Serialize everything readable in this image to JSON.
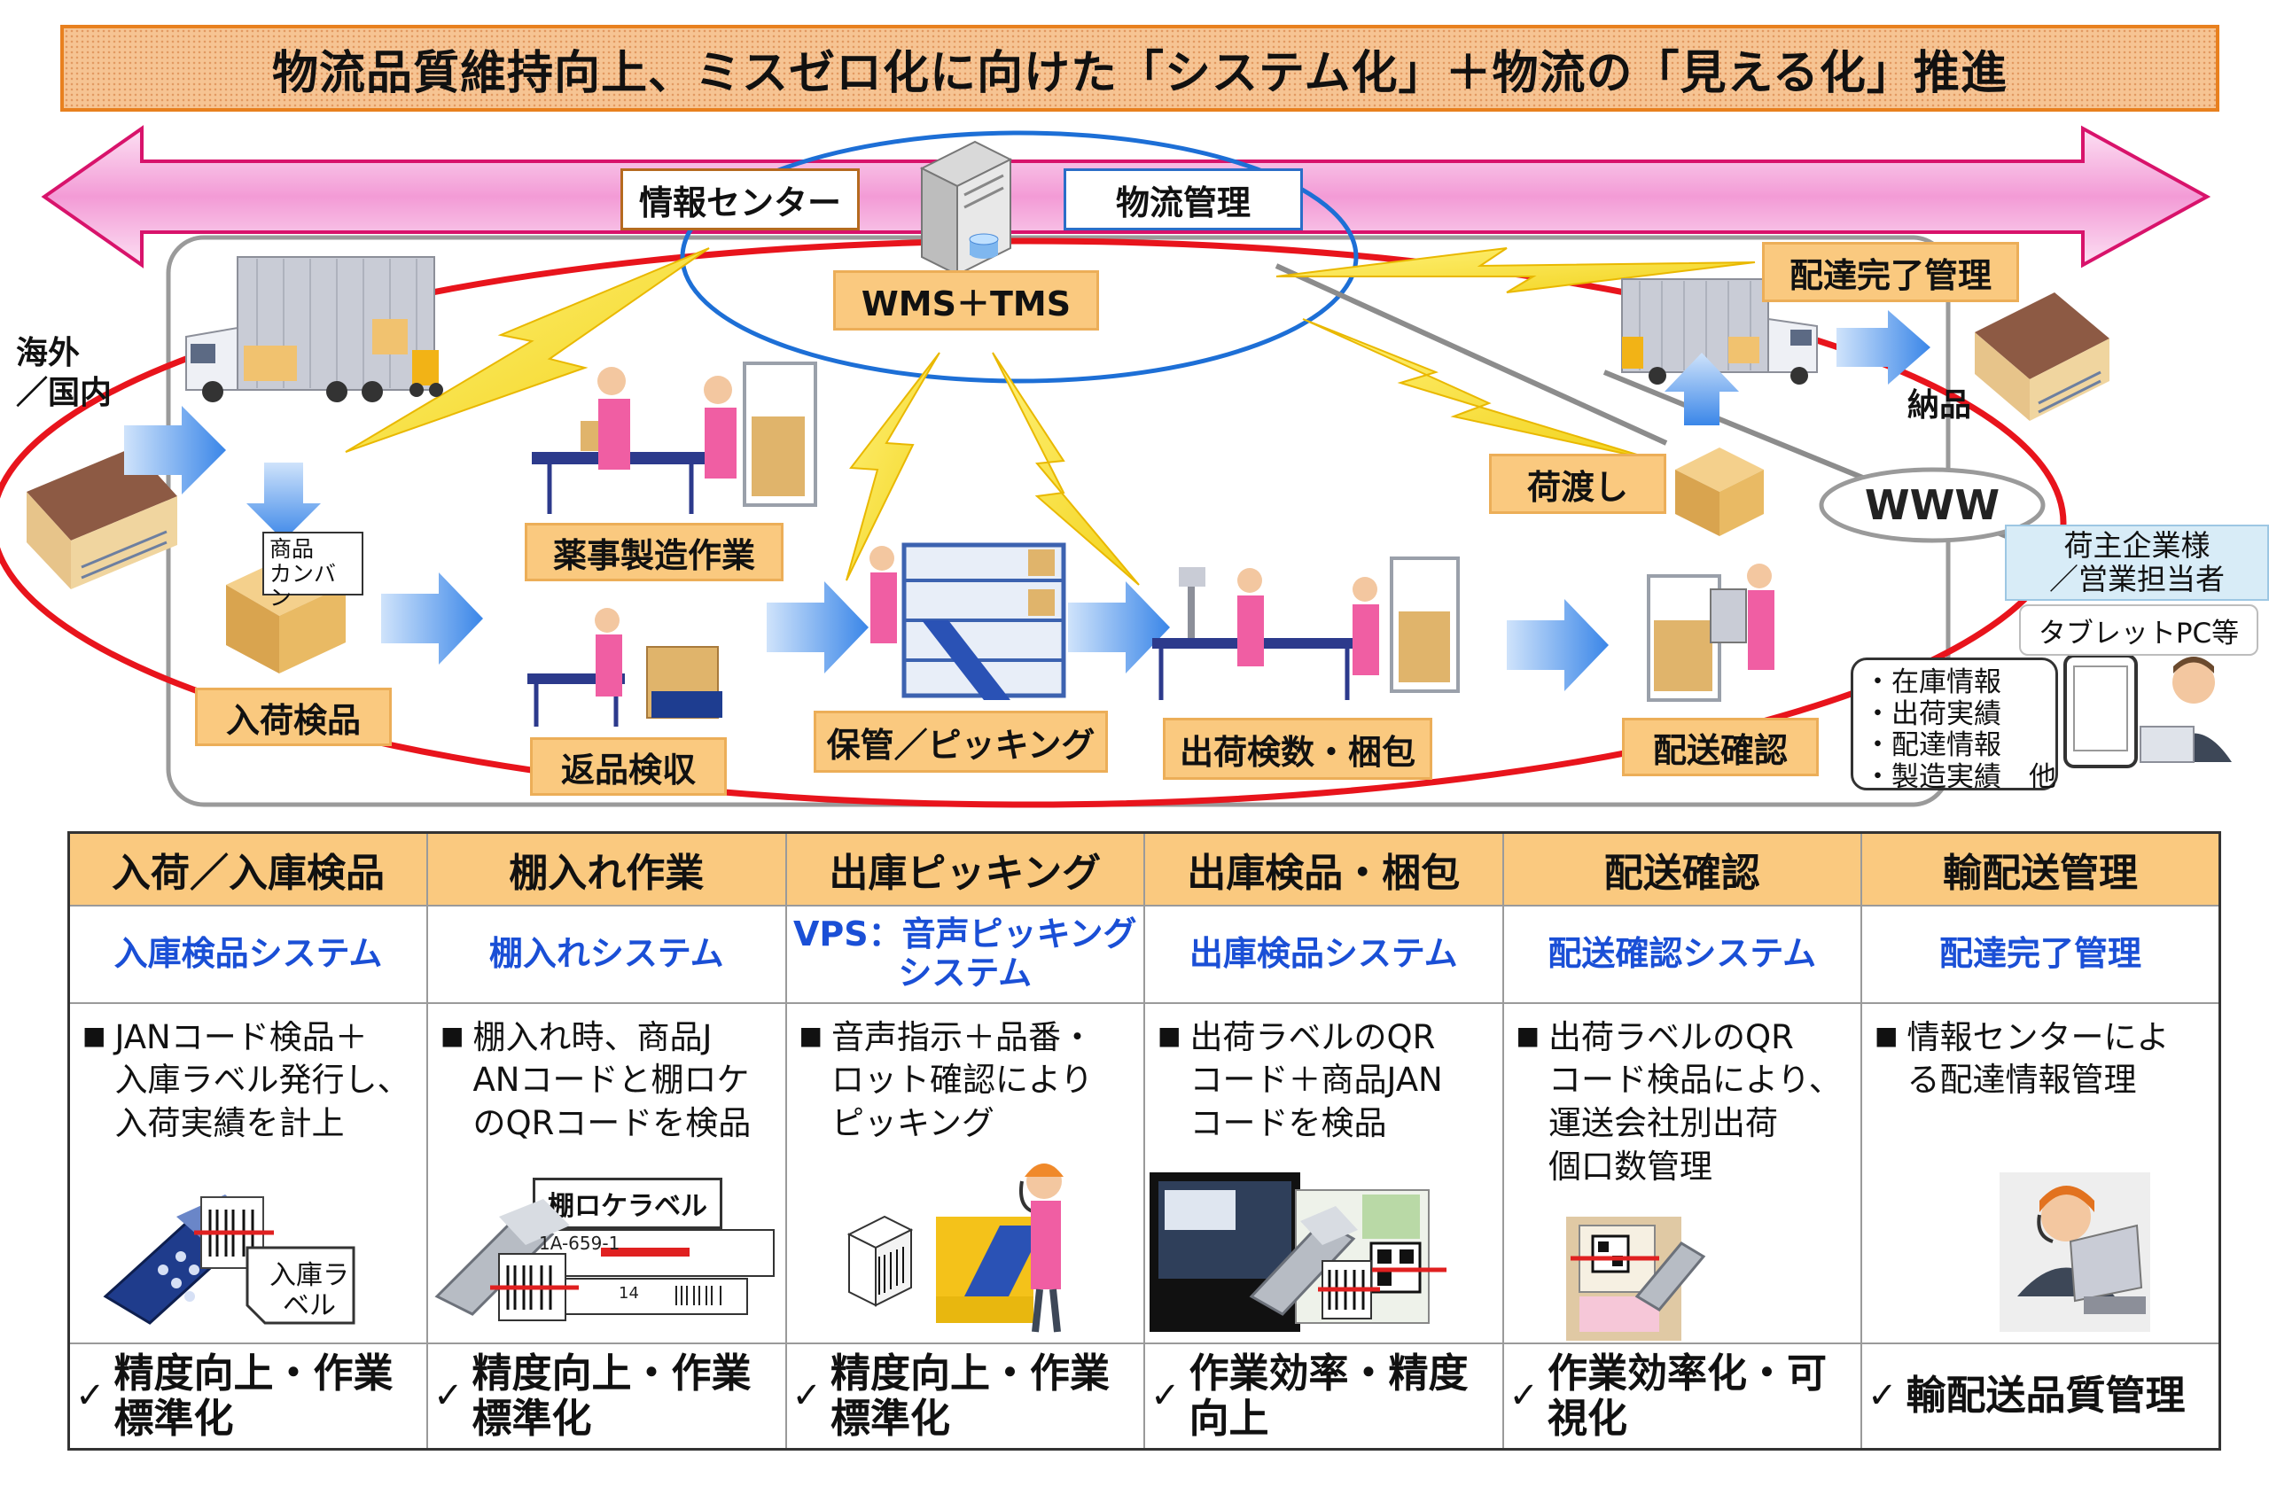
{
  "title": "物流品質維持向上、ミスゼロ化に向けた「システム化」＋物流の「見える化」推進",
  "top": {
    "info_center": "情報センター",
    "logistics_mgmt": "物流管理",
    "wms_tms": "WMS＋TMS",
    "delivery_complete_mgmt": "配達完了管理",
    "overseas_domestic_line1": "海外",
    "overseas_domestic_line2": "／国内",
    "delivery": "納品",
    "handover": "荷渡し",
    "www": "WWW",
    "shipper_line1": "荷主企業様",
    "shipper_line2": "／営業担当者",
    "tablet": "タブレットPC等",
    "product_kanban_line1": "商品",
    "product_kanban_line2": "カンバン",
    "info_list": [
      "・在庫情報",
      "・出荷実績",
      "・配達情報",
      "・製造実績　他"
    ]
  },
  "processes": {
    "inbound_inspection": "入荷検品",
    "pharma_work": "薬事製造作業",
    "returns": "返品検収",
    "storage_picking": "保管／ピッキング",
    "ship_inspection": "出荷検数・梱包",
    "delivery_check": "配送確認"
  },
  "table": {
    "columns": [
      {
        "header": "入荷／入庫検品",
        "system": [
          "入庫検品システム"
        ],
        "desc": [
          "JANコード検品＋",
          "入庫ラベル発行し、",
          "入荷実績を計上"
        ],
        "image_label_line1": "入庫ラ",
        "image_label_line2": "ベル",
        "result": [
          "精度向上・作業",
          "標準化"
        ]
      },
      {
        "header": "棚入れ作業",
        "system": [
          "棚入れシステム"
        ],
        "desc": [
          "棚入れ時、商品J",
          "ANコードと棚ロケ",
          "のQRコードを検品"
        ],
        "image_label": "棚ロケラベル",
        "label_code": "1A-659-1",
        "label_number": "14",
        "result": [
          "精度向上・作業",
          "標準化"
        ]
      },
      {
        "header": "出庫ピッキング",
        "system": [
          "VPS：音声ピッキング",
          "システム"
        ],
        "desc": [
          "音声指示＋品番・",
          "ロット確認により",
          "ピッキング"
        ],
        "result": [
          "精度向上・作業",
          "標準化"
        ]
      },
      {
        "header": "出庫検品・梱包",
        "system": [
          "出庫検品システム"
        ],
        "desc": [
          "出荷ラベルのQR",
          "コード＋商品JAN",
          "コードを検品"
        ],
        "result": [
          "作業効率・精度",
          "向上"
        ]
      },
      {
        "header": "配送確認",
        "system": [
          "配送確認システム"
        ],
        "desc": [
          "出荷ラベルのQR",
          "コード検品により、",
          "運送会社別出荷",
          "個口数管理"
        ],
        "result": [
          "作業効率化・可",
          "視化"
        ]
      },
      {
        "header": "輸配送管理",
        "system": [
          "配達完了管理"
        ],
        "desc": [
          "情報センターによ",
          "る配達情報管理"
        ],
        "result": [
          "輸配送品質管理"
        ]
      }
    ],
    "bullet": "■",
    "check": "✓"
  },
  "colors": {
    "orange_label": "#fac97f",
    "system_text": "#1a4fd6",
    "ellipse_red": "#e8141c",
    "ellipse_blue": "#1d6fd6",
    "arrow_pink": "#f59ad6"
  }
}
